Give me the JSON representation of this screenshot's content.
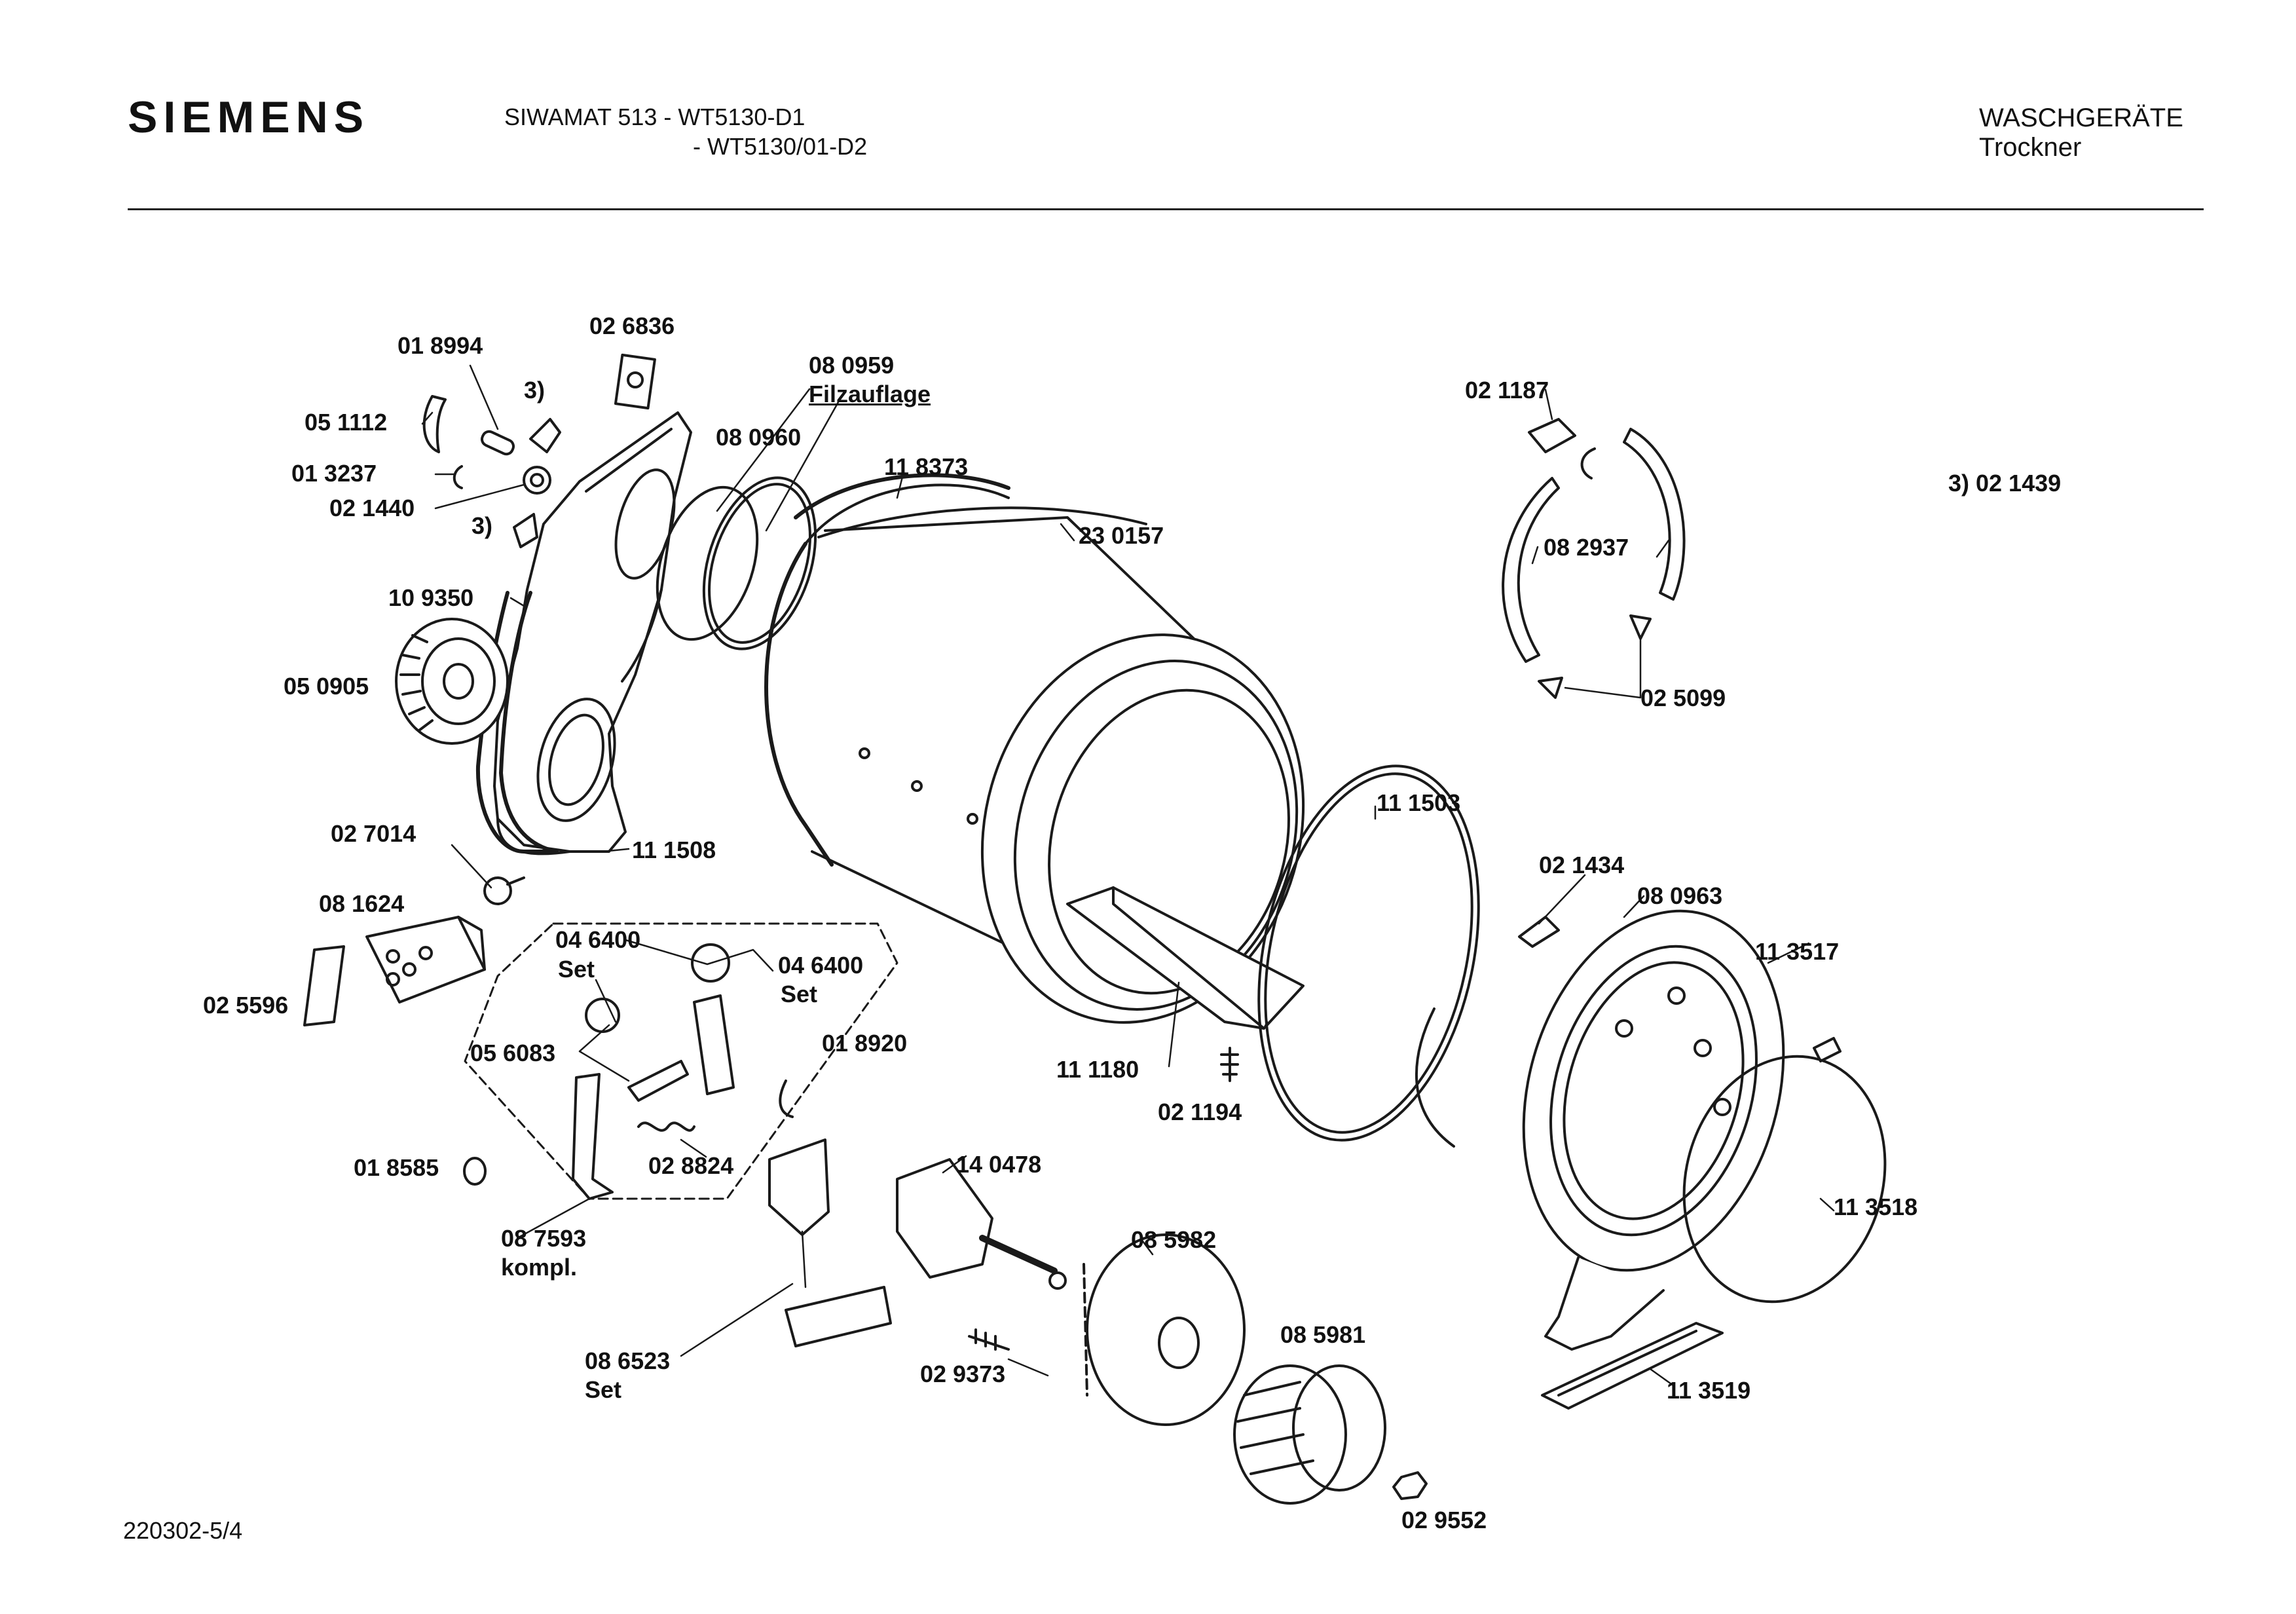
{
  "header": {
    "brand": "SIEMENS",
    "model_line1": "SIWAMAT 513 - WT5130-D1",
    "model_line2": "- WT5130/01-D2",
    "category": "WASCHGERÄTE",
    "subcategory": "Trockner"
  },
  "footer": {
    "document_number": "220302-5/4"
  },
  "footnote": "3) 02 1439",
  "parts": {
    "p_026836": "02 6836",
    "p_018994": "01 8994",
    "p_note3a": "3)",
    "p_051112": "05 1112",
    "p_013237": "01 3237",
    "p_021440": "02 1440",
    "p_note3b": "3)",
    "p_080959": "08 0959",
    "p_filz": "Filzauflage",
    "p_080960": "08 0960",
    "p_118373": "11 8373",
    "p_230157": "23 0157",
    "p_109350": "10 9350",
    "p_050905": "05 0905",
    "p_111508": "11 1508",
    "p_027014": "02 7014",
    "p_081624": "08 1624",
    "p_025596": "02 5596",
    "p_046400a": "04 6400",
    "p_set_a": "Set",
    "p_046400b": "04 6400",
    "p_set_b": "Set",
    "p_056083": "05 6083",
    "p_018920": "01 8920",
    "p_018585": "01 8585",
    "p_028824": "02 8824",
    "p_087593": "08 7593",
    "p_kompl": "kompl.",
    "p_086523": "08 6523",
    "p_set_c": "Set",
    "p_140478": "14 0478",
    "p_029373": "02 9373",
    "p_085982": "08 5982",
    "p_085981": "08 5981",
    "p_029552": "02 9552",
    "p_111180": "11 1180",
    "p_021194": "02 1194",
    "p_111503": "11 1503",
    "p_021434": "02 1434",
    "p_080963": "08 0963",
    "p_113517": "11 3517",
    "p_113518": "11 3518",
    "p_113519": "11 3519",
    "p_021187": "02 1187",
    "p_082937": "08 2937",
    "p_025099": "02 5099"
  }
}
